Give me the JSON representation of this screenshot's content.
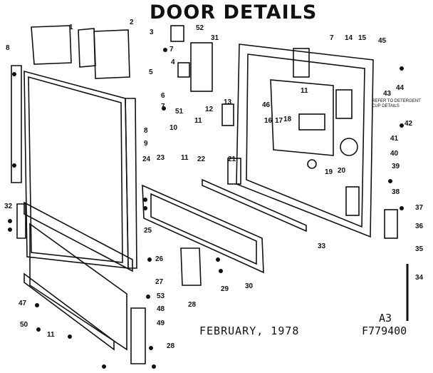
{
  "title": "DOOR DETAILS",
  "date": "FEBRUARY, 1978",
  "page_code": "A3",
  "part_code": "F779400",
  "note": "REFER TO DETERGENT CUP DETAILS",
  "callouts": [
    "1",
    "2",
    "3",
    "52",
    "31",
    "7",
    "4",
    "5",
    "6",
    "7",
    "51",
    "12",
    "13",
    "11",
    "10",
    "11",
    "22",
    "24",
    "23",
    "21",
    "46",
    "16",
    "17",
    "18",
    "7",
    "14",
    "15",
    "45",
    "43",
    "44",
    "11",
    "42",
    "41",
    "40",
    "20",
    "19",
    "39",
    "38",
    "37",
    "36",
    "35",
    "34",
    "8",
    "9",
    "8",
    "32",
    "25",
    "26",
    "27",
    "53",
    "48",
    "49",
    "47",
    "50",
    "11",
    "28",
    "29",
    "30",
    "33",
    "28"
  ]
}
